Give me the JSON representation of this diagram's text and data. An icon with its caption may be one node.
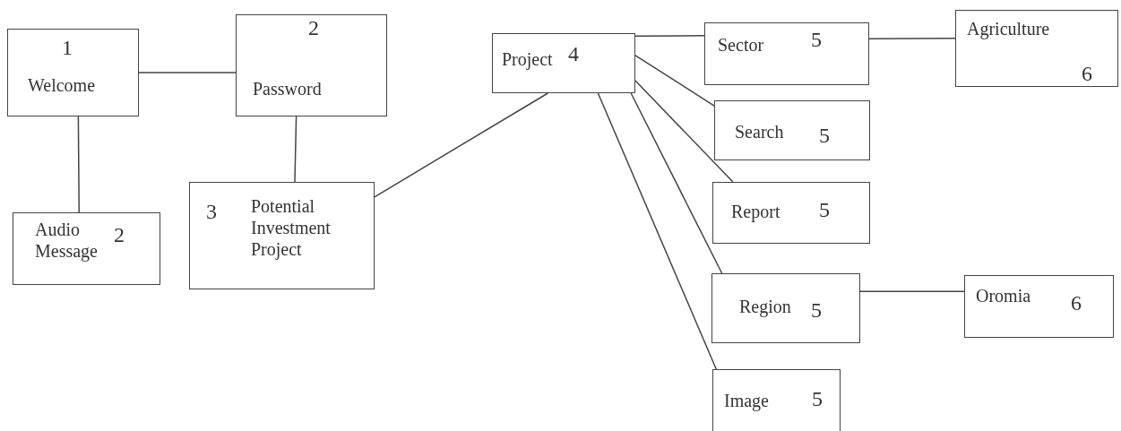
{
  "diagram": {
    "nodes": [
      {
        "text": [
          "1",
          "Welcome"
        ]
      },
      {
        "text": [
          "2",
          "Password"
        ]
      },
      {
        "text": [
          "Audio Message",
          "2"
        ]
      },
      {
        "text": [
          "3",
          "Potential Investment Project"
        ]
      },
      {
        "text": [
          "Project",
          "4"
        ]
      },
      {
        "text": [
          "Sector",
          "5"
        ]
      },
      {
        "text": [
          "Agriculture",
          "6"
        ]
      },
      {
        "text": [
          "Search",
          "5"
        ]
      },
      {
        "text": [
          "Report",
          "5"
        ]
      },
      {
        "text": [
          "Region",
          "5"
        ]
      },
      {
        "text": [
          "Oromia",
          "6"
        ]
      },
      {
        "text": [
          "Image",
          "5"
        ]
      }
    ],
    "edges": [
      {
        "from": 0,
        "to": 1,
        "arrow": "none"
      },
      {
        "from": 0,
        "to": 2,
        "arrow": "none"
      },
      {
        "from": 1,
        "to": 3,
        "arrow": "none"
      },
      {
        "from": 3,
        "to": 4,
        "arrow": "none"
      },
      {
        "from": 4,
        "to": 5,
        "arrow": "none"
      },
      {
        "from": 5,
        "to": 6,
        "arrow": "none"
      },
      {
        "from": 4,
        "to": 7,
        "arrow": "none"
      },
      {
        "from": 4,
        "to": 8,
        "arrow": "none"
      },
      {
        "from": 4,
        "to": 9,
        "arrow": "none"
      },
      {
        "from": 4,
        "to": 11,
        "arrow": "none"
      },
      {
        "from": 9,
        "to": 10,
        "arrow": "none"
      }
    ]
  }
}
